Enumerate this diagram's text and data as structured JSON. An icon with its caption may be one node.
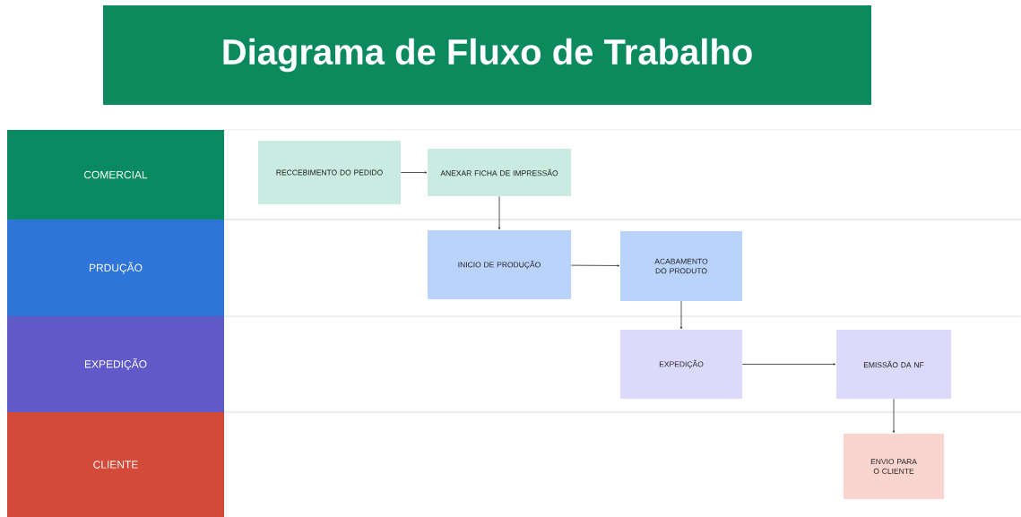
{
  "diagram": {
    "title": "Diagrama de Fluxo de Trabalho",
    "nodes": [
      {
        "text": [
          "COMERCIAL"
        ]
      },
      {
        "text": [
          "PRDUÇÃO"
        ]
      },
      {
        "text": [
          "EXPEDIÇÃO"
        ]
      },
      {
        "text": [
          "CLIENTE"
        ]
      },
      {
        "text": [
          "RECCEBIMENTO DO PEDIDO"
        ]
      },
      {
        "text": [
          "ANEXAR FICHA DE IMPRESSÃO"
        ]
      },
      {
        "text": [
          "INICIO DE PRODUÇÃO"
        ]
      },
      {
        "text": [
          "ACABAMENTO DO PRODUTO"
        ]
      },
      {
        "text": [
          "EXPEDIÇÃO"
        ]
      },
      {
        "text": [
          "EMISSÃO DA NF"
        ]
      },
      {
        "text": [
          "ENVIO PARA O CLIENTE"
        ]
      }
    ],
    "edges": [
      {
        "from": 4,
        "to": 5,
        "arrow": "to"
      },
      {
        "from": 5,
        "to": 6,
        "arrow": "to"
      },
      {
        "from": 6,
        "to": 7,
        "arrow": "to"
      },
      {
        "from": 7,
        "to": 8,
        "arrow": "to"
      },
      {
        "from": 8,
        "to": 9,
        "arrow": "to"
      },
      {
        "from": 9,
        "to": 10,
        "arrow": "to"
      }
    ]
  }
}
